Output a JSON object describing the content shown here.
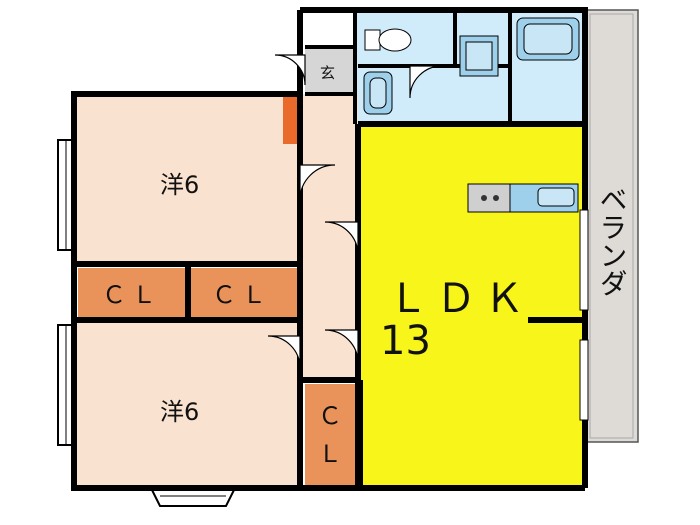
{
  "rooms": {
    "western_top": {
      "name": "洋6"
    },
    "western_bottom": {
      "name": "洋6"
    },
    "ldk": {
      "name": "ＬＤＫ",
      "size": "13"
    },
    "closet_left": {
      "name": "ＣＬ"
    },
    "closet_mid": {
      "name": "ＣＬ"
    },
    "closet_hall_top": {
      "name": "Ｃ"
    },
    "closet_hall_bottom": {
      "name": "Ｌ"
    },
    "entrance": {
      "name": "玄"
    },
    "veranda": {
      "name": "ベランダ"
    }
  },
  "colors": {
    "ldk": "#f7f51a",
    "western": "#f9e2cf",
    "closet": "#e9935a",
    "wet_area": "#d0ecfa",
    "entrance": "#d6d6d6",
    "veranda": "#dedbd6",
    "wall": "#000000"
  }
}
